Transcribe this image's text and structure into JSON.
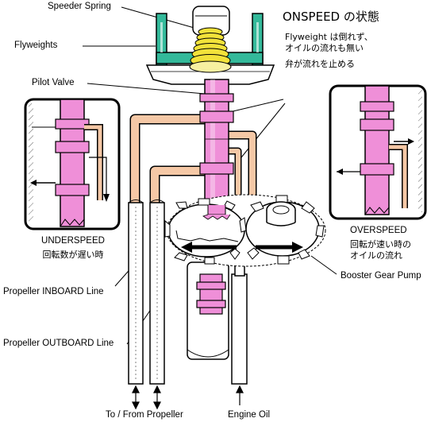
{
  "title": "ONSPEED の状態",
  "notes": {
    "line1": "Flyweight は倒れず、",
    "line2": "オイルの流れも無い",
    "line3": "弁が流れを止める"
  },
  "labels": {
    "speeder_spring": "Speeder Spring",
    "flyweights": "Flyweights",
    "pilot_valve": "Pilot Valve",
    "underspeed": "UNDERSPEED",
    "underspeed_jp": "回転数が遅い時",
    "overspeed": "OVERSPEED",
    "overspeed_jp1": "回転が速い時の",
    "overspeed_jp2": "オイルの流れ",
    "booster_gear_pump": "Booster Gear Pump",
    "inboard_line": "Propeller INBOARD Line",
    "outboard_line": "Propeller OUTBOARD Line",
    "to_from_propeller": "To / From Propeller",
    "engine_oil": "Engine Oil"
  },
  "colors": {
    "flyweight_green": "#33b99a",
    "spring_yellow": "#f2e23a",
    "valve_pink": "#ef8fd8",
    "oil_peach": "#f5c8a6",
    "line_black": "#000000"
  }
}
